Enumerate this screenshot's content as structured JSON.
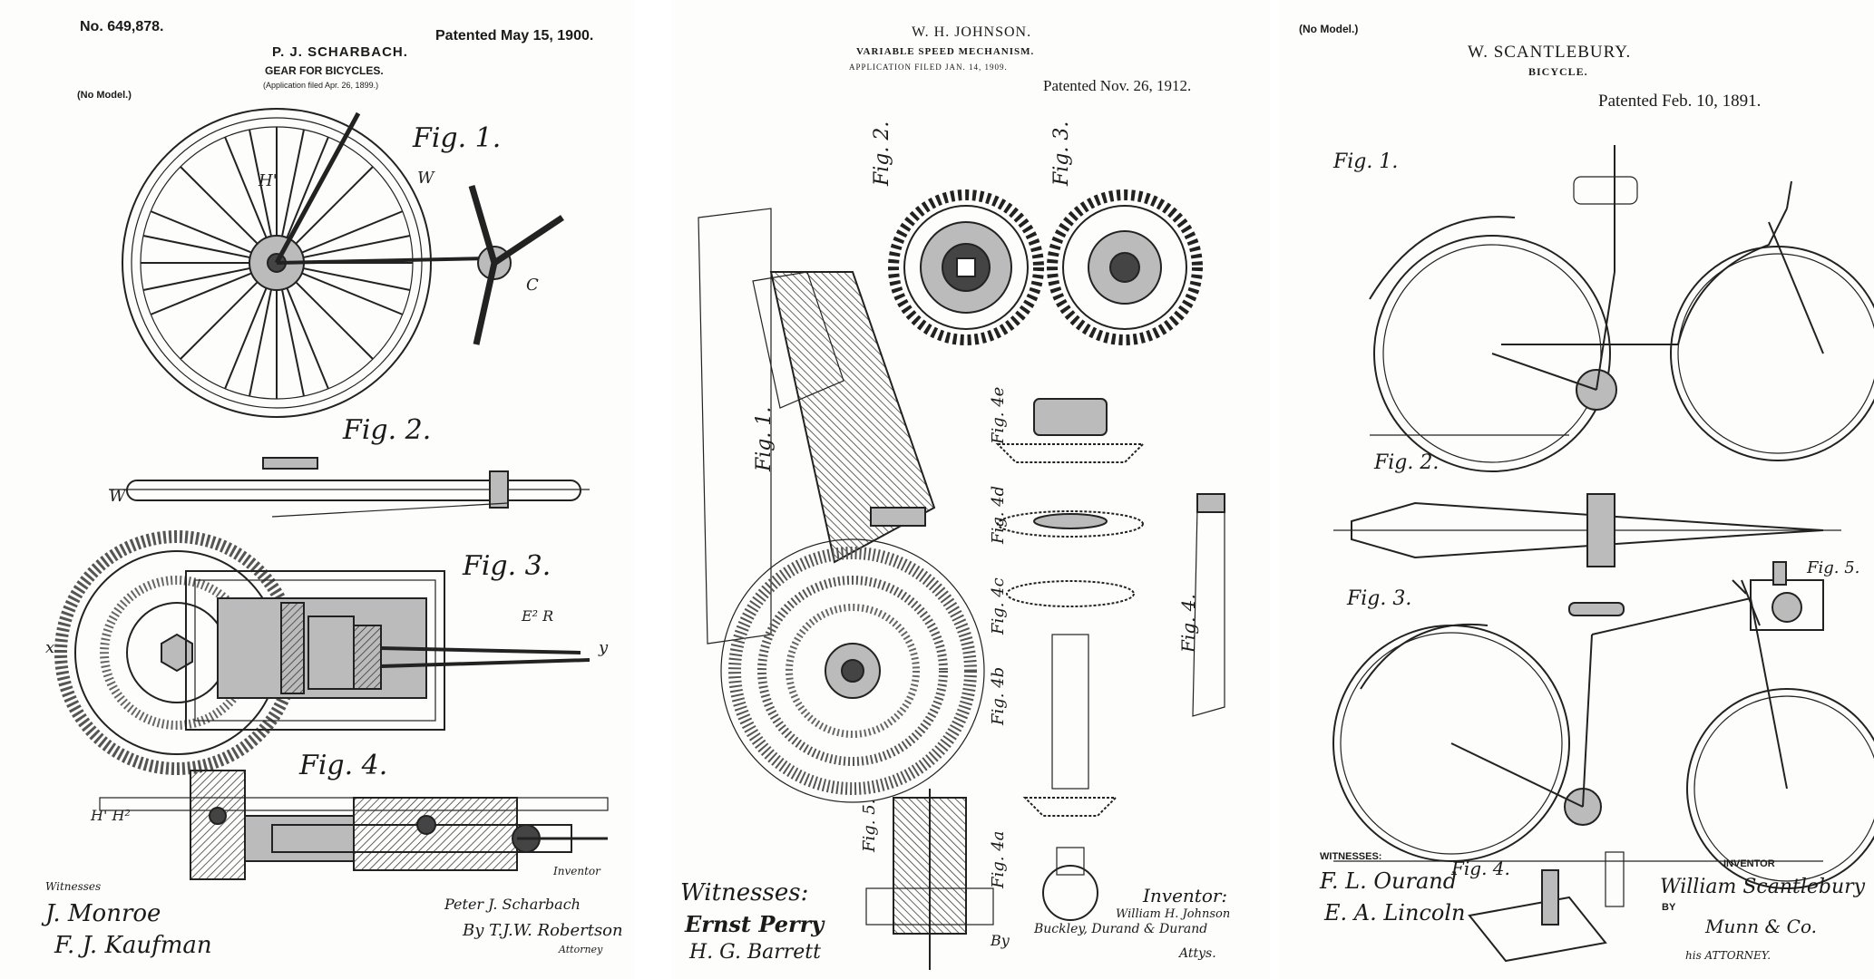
{
  "sheet1": {
    "patent_number": "No. 649,878.",
    "patent_date": "Patented May 15, 1900.",
    "inventor": "P. J. SCHARBACH.",
    "title": "GEAR FOR BICYCLES.",
    "filed": "(Application filed Apr. 26, 1899.)",
    "model_note": "(No Model.)",
    "fig_labels": [
      "Fig. 1.",
      "Fig. 2.",
      "Fig. 3.",
      "Fig. 4."
    ],
    "witnesses_label": "Witnesses",
    "inventor_label": "Inventor",
    "inventor_signature": "Peter J. Scharbach",
    "by_line": "By T.J.W. Robertson",
    "attorney_label": "Attorney",
    "witness_signatures": [
      "J. Monroe",
      "F. J. Kaufman"
    ]
  },
  "sheet2": {
    "inventor": "W. H. JOHNSON.",
    "title": "VARIABLE SPEED MECHANISM.",
    "filed": "APPLICATION FILED JAN. 14, 1909.",
    "patent_date": "Patented Nov. 26, 1912.",
    "fig_labels": [
      "Fig. 1.",
      "Fig. 2.",
      "Fig. 3.",
      "Fig. 4.",
      "Fig. 4a",
      "Fig. 4b",
      "Fig. 4c",
      "Fig. 4d",
      "Fig. 4e",
      "Fig. 5."
    ],
    "witnesses_label": "Witnesses:",
    "inventor_label": "Inventor:",
    "inventor_signature": "William H. Johnson",
    "by_line": "By",
    "attorneys_signature": "Buckley, Durand & Durand",
    "attys_label": "Attys.",
    "witness_signatures": [
      "Ernst Perry",
      "H. G. Barrett"
    ]
  },
  "sheet3": {
    "model_note": "(No Model.)",
    "inventor": "W. SCANTLEBURY.",
    "title": "BICYCLE.",
    "patent_date": "Patented Feb. 10, 1891.",
    "fig_labels": [
      "Fig. 1.",
      "Fig. 2.",
      "Fig. 3.",
      "Fig. 4.",
      "Fig. 5."
    ],
    "witnesses_label": "WITNESSES:",
    "inventor_label": "INVENTOR",
    "inventor_signature": "William Scantlebury",
    "by_line": "BY",
    "attorney_signature": "Munn & Co.",
    "attorney_label": "his ATTORNEY.",
    "witness_signatures": [
      "F. L. Ourand",
      "E. A. Lincoln"
    ]
  }
}
